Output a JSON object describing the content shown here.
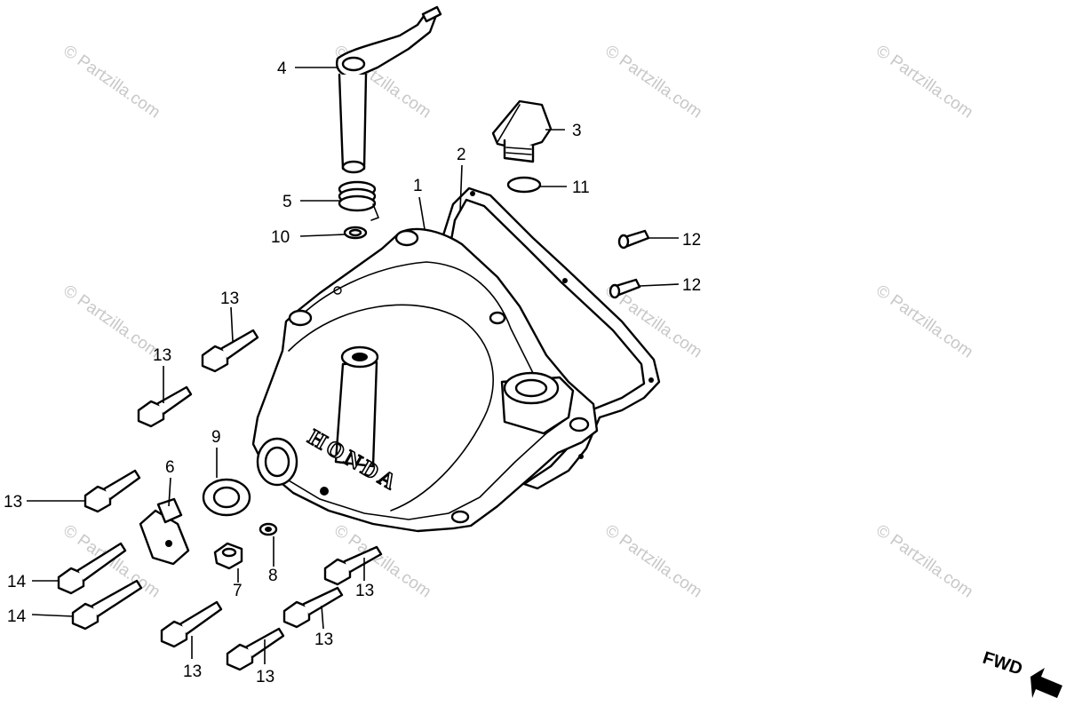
{
  "diagram": {
    "watermark": "© Partzilla.com",
    "brand_text": "HONDA",
    "direction_label": "FWD",
    "callouts": {
      "c1": "1",
      "c2": "2",
      "c3": "3",
      "c4": "4",
      "c5": "5",
      "c6": "6",
      "c7": "7",
      "c8": "8",
      "c9": "9",
      "c10": "10",
      "c11": "11",
      "c12a": "12",
      "c12b": "12",
      "c13a": "13",
      "c13b": "13",
      "c13c": "13",
      "c13d": "13",
      "c13e": "13",
      "c13f": "13",
      "c13g": "13",
      "c14a": "14",
      "c14b": "14"
    }
  }
}
